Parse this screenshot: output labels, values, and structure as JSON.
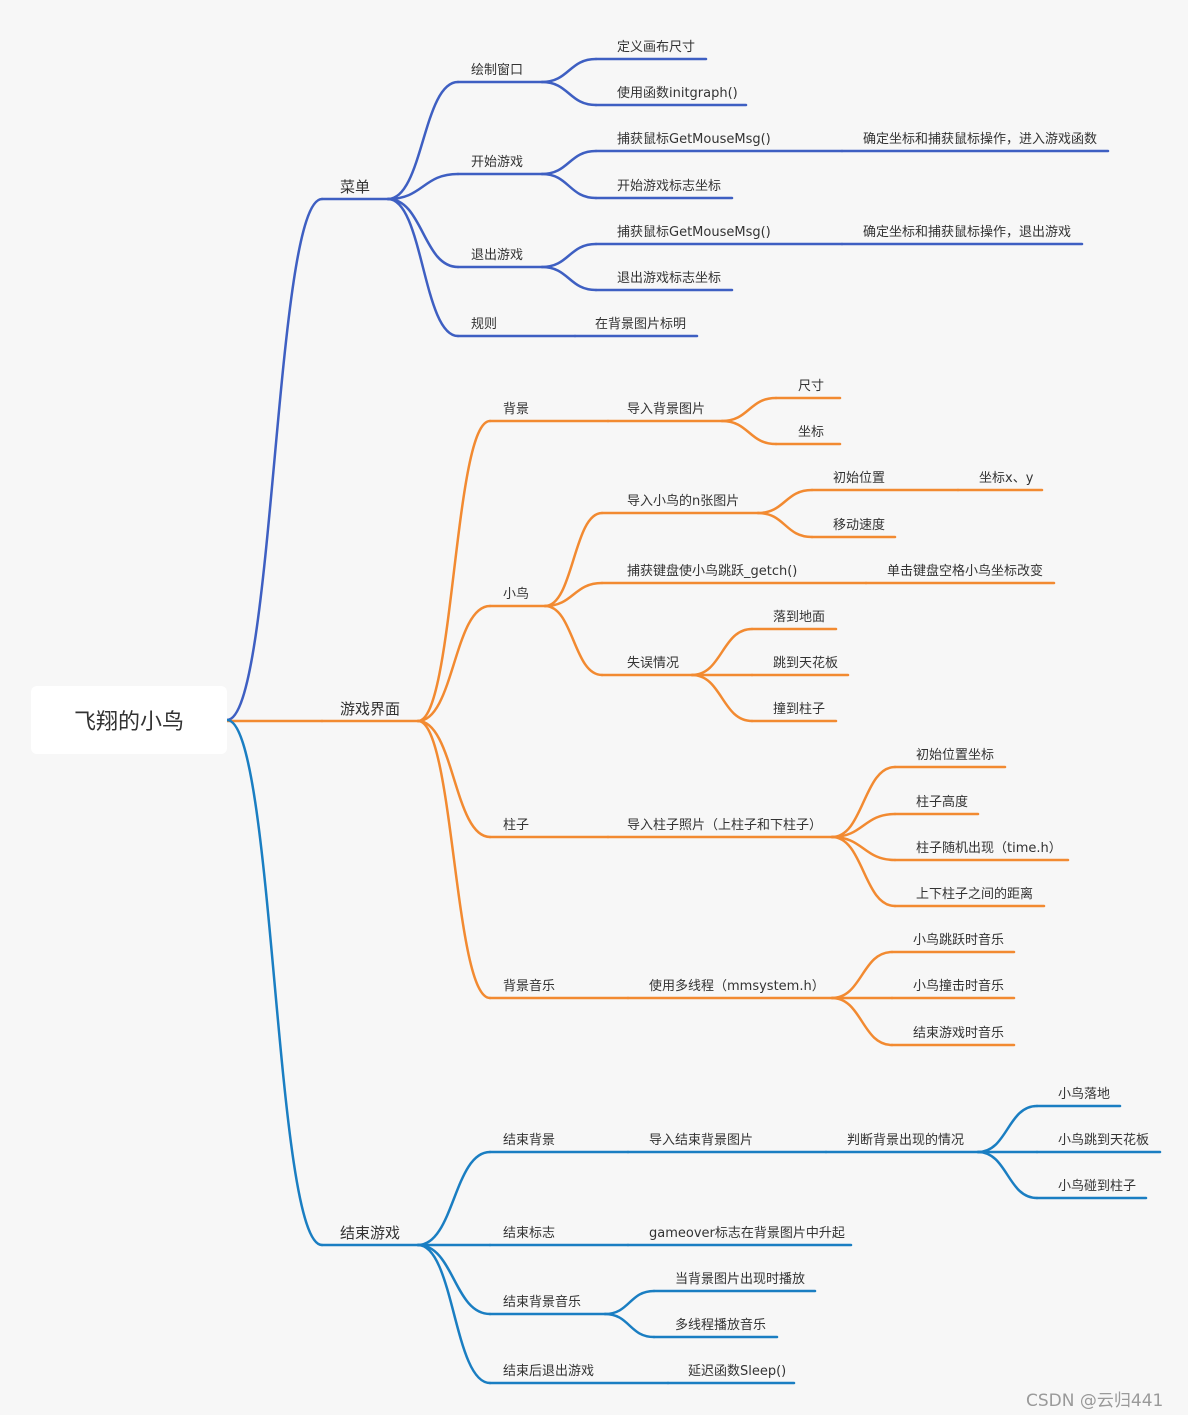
{
  "root": {
    "label": "飞翔的小鸟"
  },
  "watermark": "CSDN @云归441",
  "colors": {
    "menu": "#3e5fc2",
    "game": "#f28a31",
    "end": "#1a7ec2",
    "text": "#333333"
  },
  "map": {
    "menu": {
      "label": "菜单",
      "draw_window": {
        "label": "绘制窗口",
        "items": [
          "定义画布尺寸",
          "使用函数initgraph()"
        ]
      },
      "start_game": {
        "label": "开始游戏",
        "capture": "捕获鼠标GetMouseMsg()",
        "capture_detail": "确定坐标和捕获鼠标操作，进入游戏函数",
        "coords": "开始游戏标志坐标"
      },
      "exit_game": {
        "label": "退出游戏",
        "capture": "捕获鼠标GetMouseMsg()",
        "capture_detail": "确定坐标和捕获鼠标操作，退出游戏",
        "coords": "退出游戏标志坐标"
      },
      "rules": {
        "label": "规则",
        "detail": "在背景图片标明"
      }
    },
    "game": {
      "label": "游戏界面",
      "background": {
        "label": "背景",
        "import": "导入背景图片",
        "items": [
          "尺寸",
          "坐标"
        ]
      },
      "bird": {
        "label": "小鸟",
        "import": "导入小鸟的n张图片",
        "initial_position": "初始位置",
        "initial_position_detail": "坐标x、y",
        "speed": "移动速度",
        "keyboard": "捕获键盘使小鸟跳跃_getch()",
        "keyboard_detail": "单击键盘空格小鸟坐标改变",
        "failure": "失误情况",
        "failure_items": [
          "落到地面",
          "跳到天花板",
          "撞到柱子"
        ]
      },
      "pillar": {
        "label": "柱子",
        "import": "导入柱子照片（上柱子和下柱子）",
        "items": [
          "初始位置坐标",
          "柱子高度",
          "柱子随机出现（time.h）",
          "上下柱子之间的距离"
        ]
      },
      "music": {
        "label": "背景音乐",
        "thread": "使用多线程（mmsystem.h）",
        "items": [
          "小鸟跳跃时音乐",
          "小鸟撞击时音乐",
          "结束游戏时音乐"
        ]
      }
    },
    "end": {
      "label": "结束游戏",
      "end_background": {
        "label": "结束背景",
        "import": "导入结束背景图片",
        "judge": "判断背景出现的情况",
        "items": [
          "小鸟落地",
          "小鸟跳到天花板",
          "小鸟碰到柱子"
        ]
      },
      "end_mark": {
        "label": "结束标志",
        "detail": "gameover标志在背景图片中升起"
      },
      "end_music": {
        "label": "结束背景音乐",
        "items": [
          "当背景图片出现时播放",
          "多线程播放音乐"
        ]
      },
      "exit": {
        "label": "结束后退出游戏",
        "detail": "延迟函数Sleep()"
      }
    }
  }
}
